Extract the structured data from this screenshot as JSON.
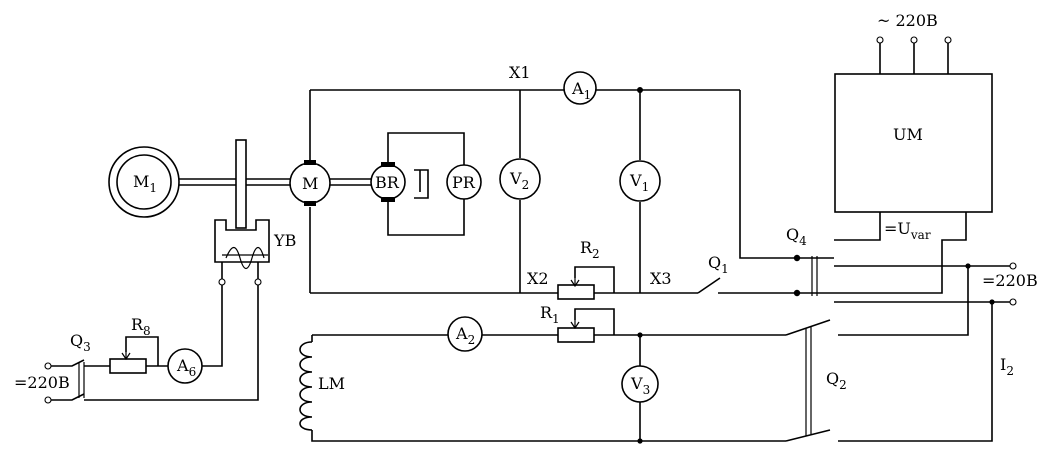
{
  "supply": {
    "ac_label": "~ 220B",
    "dc_label_left": "=220B",
    "dc_label_right": "=220B"
  },
  "machines": {
    "m1": {
      "main": "M",
      "sub": "1"
    },
    "m": {
      "main": "M"
    },
    "br": {
      "main": "BR"
    },
    "pr": {
      "main": "PR"
    },
    "yb": {
      "main": "YB"
    },
    "lm": {
      "main": "LM"
    },
    "um": {
      "main": "UM"
    }
  },
  "meters": {
    "a1": {
      "main": "A",
      "sub": "1"
    },
    "a2": {
      "main": "A",
      "sub": "2"
    },
    "a6": {
      "main": "A",
      "sub": "6"
    },
    "v1": {
      "main": "V",
      "sub": "1"
    },
    "v2": {
      "main": "V",
      "sub": "2"
    },
    "v3": {
      "main": "V",
      "sub": "3"
    }
  },
  "resistors": {
    "r1": {
      "main": "R",
      "sub": "1"
    },
    "r2": {
      "main": "R",
      "sub": "2"
    },
    "r8": {
      "main": "R",
      "sub": "8"
    }
  },
  "switches": {
    "q1": {
      "main": "Q",
      "sub": "1"
    },
    "q2": {
      "main": "Q",
      "sub": "2"
    },
    "q3": {
      "main": "Q",
      "sub": "3"
    },
    "q4": {
      "main": "Q",
      "sub": "4"
    }
  },
  "nodes": {
    "x1": "X1",
    "x2": "X2",
    "x3": "X3"
  },
  "labels": {
    "uvar_main": "=U",
    "uvar_sub": "var",
    "i2_main": "I",
    "i2_sub": "2"
  }
}
